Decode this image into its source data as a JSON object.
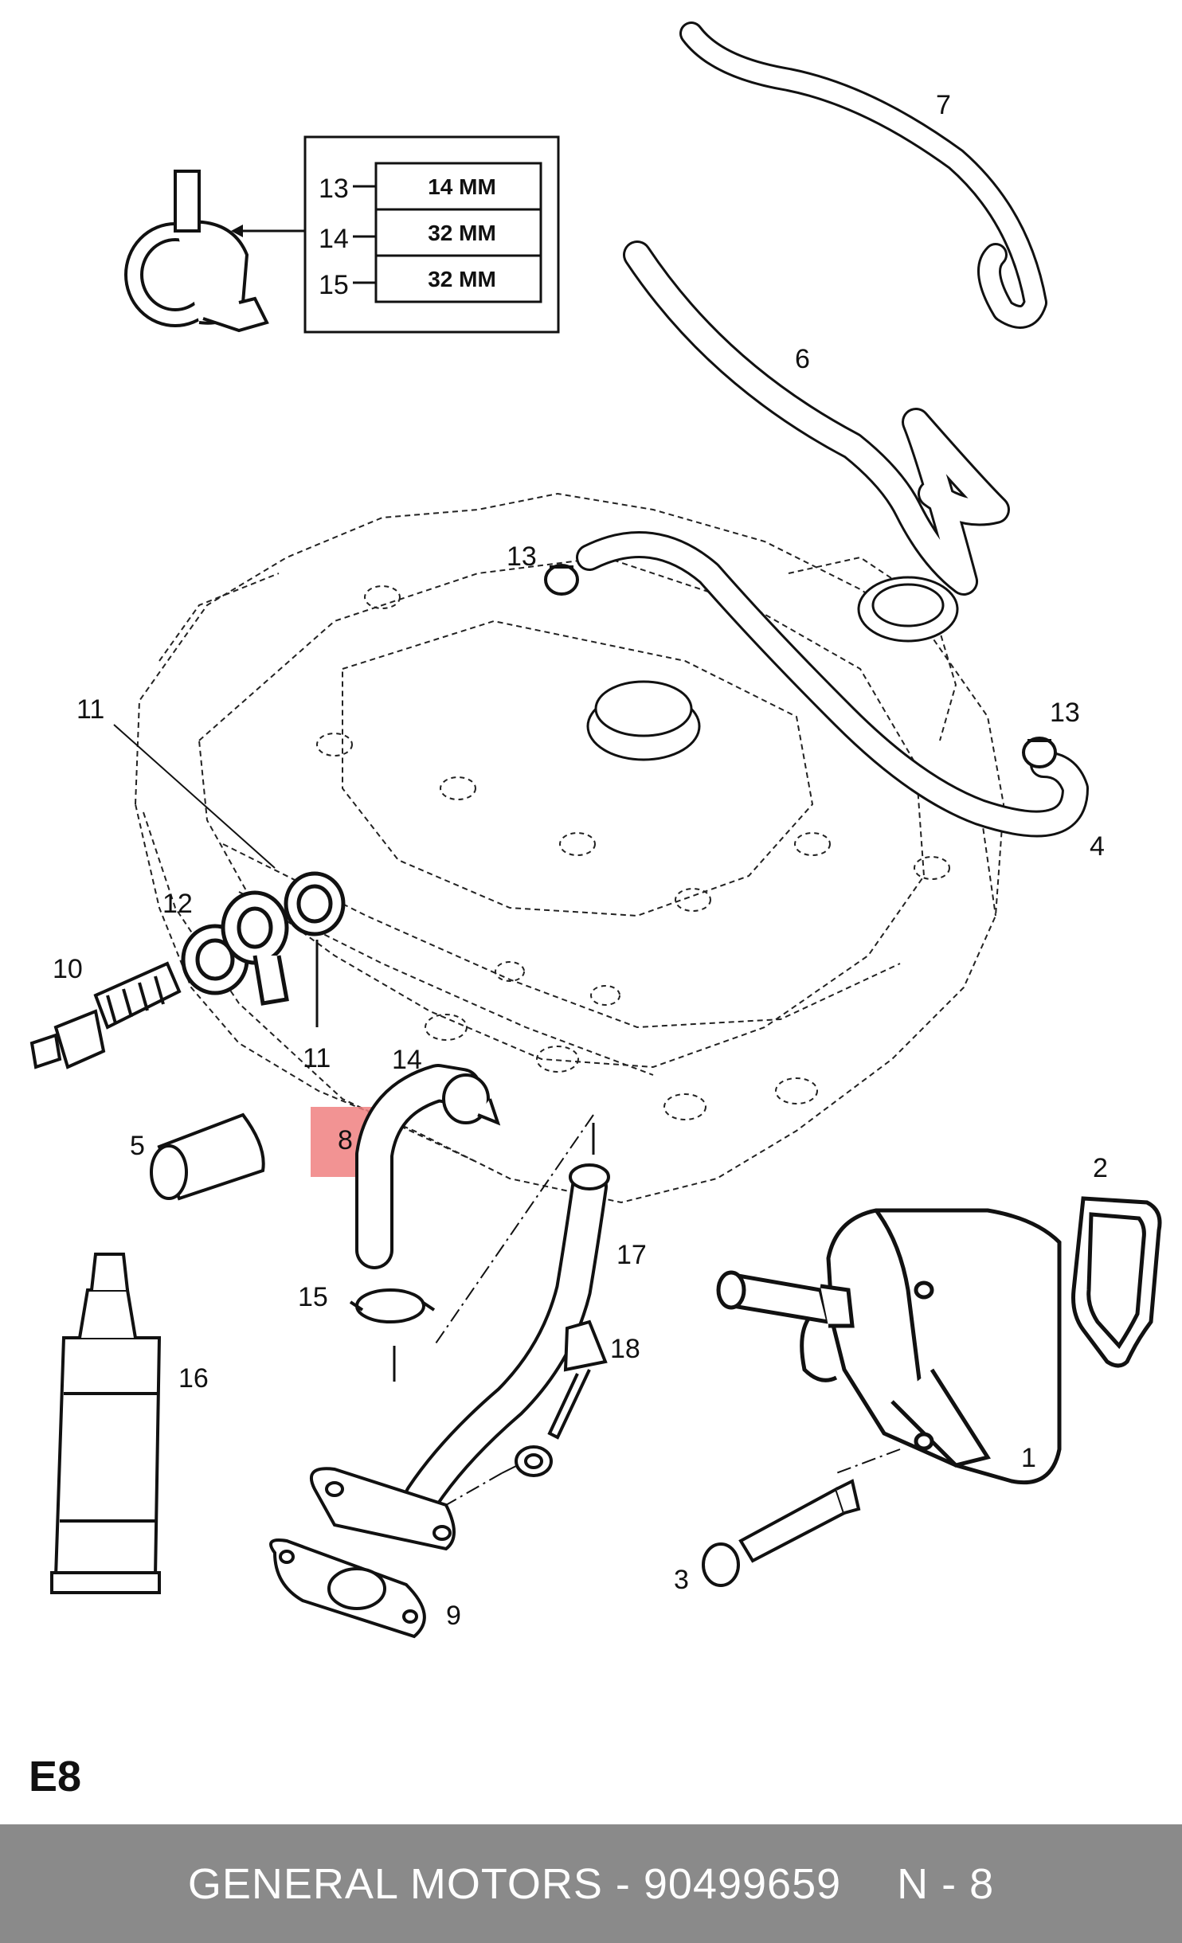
{
  "diagram": {
    "table_rows": [
      {
        "ref": "13",
        "size": "14 MM"
      },
      {
        "ref": "14",
        "size": "32 MM"
      },
      {
        "ref": "15",
        "size": "32 MM"
      }
    ],
    "callouts": {
      "c1": "1",
      "c2": "2",
      "c3": "3",
      "c4": "4",
      "c5": "5",
      "c6": "6",
      "c7": "7",
      "c8": "8",
      "c9": "9",
      "c10": "10",
      "c11a": "11",
      "c11b": "11",
      "c12": "12",
      "c13a": "13",
      "c13b": "13",
      "c14": "14",
      "c15": "15",
      "c16": "16",
      "c17": "17",
      "c18": "18"
    },
    "highlight_color": "#f08080",
    "page_code": "E8"
  },
  "footer": {
    "brand_part": "GENERAL MOTORS - 90499659",
    "ref": "N - 8"
  }
}
